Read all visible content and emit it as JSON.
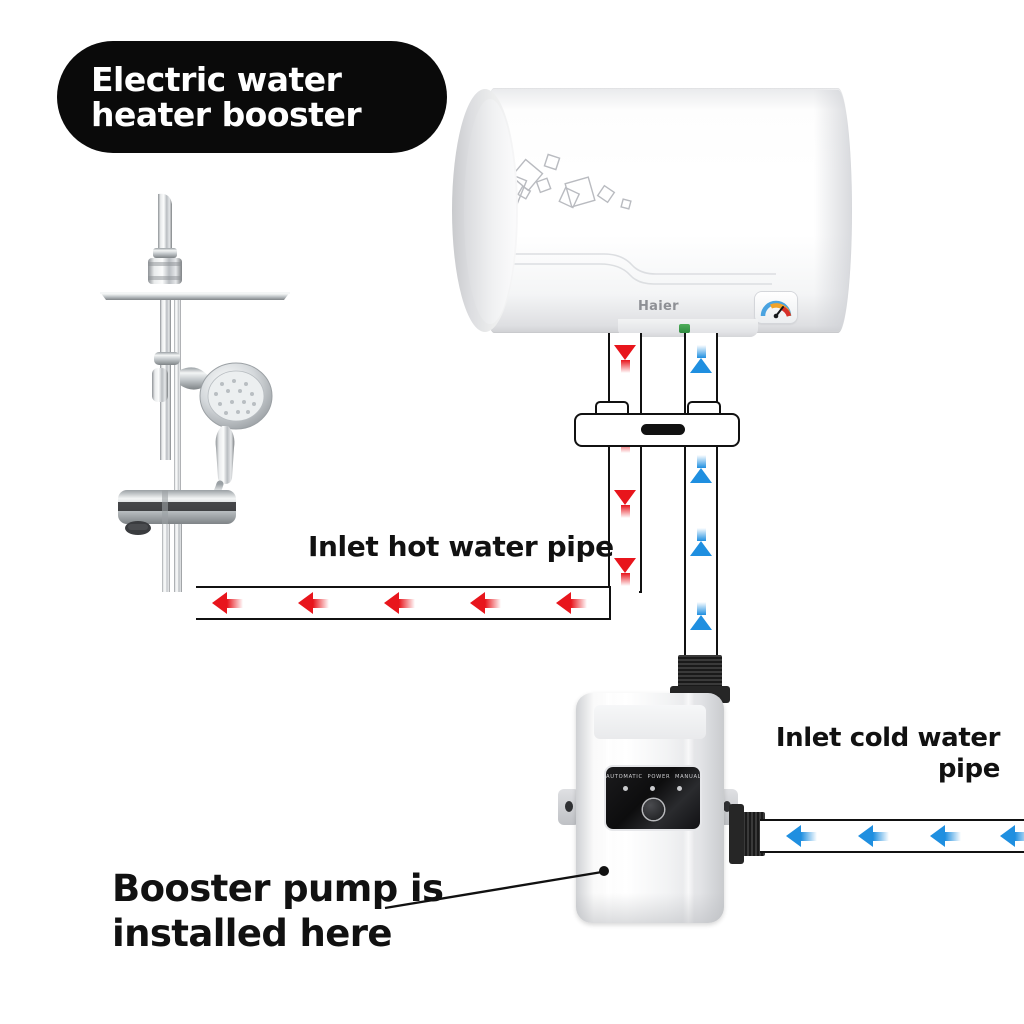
{
  "title_badge": {
    "line1": "Electric water",
    "line2": "heater booster",
    "bg_color": "#0a0a0a",
    "text_color": "#ffffff"
  },
  "labels": {
    "hot_pipe": "Inlet hot water pipe",
    "cold_pipe_line1": "Inlet cold water",
    "cold_pipe_line2": "pipe",
    "pump_callout_line1": "Booster pump is",
    "pump_callout_line2": "installed here"
  },
  "water_heater": {
    "brand": "Haier",
    "gauge_icon": "temperature-gauge-icon",
    "indicator": "green-status-chip",
    "body_color": "#ffffff",
    "shape": "horizontal-cylinder"
  },
  "booster_pump": {
    "panel": {
      "mode_labels": [
        "AUTOMATIC",
        "POWER",
        "MANUAL"
      ],
      "led_count": 3,
      "button": "power-button"
    },
    "body_color": "#f2f3f4",
    "inlet_fitting": "threaded-connector",
    "outlet_fitting": "threaded-connector"
  },
  "shower": {
    "parts": [
      "rain-shower-head",
      "slide-bar",
      "hand-shower",
      "thermostatic-mixer"
    ],
    "finish": "chrome"
  },
  "flow": {
    "hot_color": "#e8151c",
    "cold_color": "#1f8fe0",
    "hot_vertical_arrows": 4,
    "hot_horizontal_arrows": 5,
    "cold_vertical_upper_arrows": 1,
    "cold_vertical_lower_arrows": 3,
    "cold_horizontal_arrows": 4,
    "hot_direction": "down-then-left",
    "cold_direction": "left-to-right-then-up"
  },
  "mount_bar": {
    "name": "pipe-mounting-bracket",
    "slot": "center-slot"
  }
}
